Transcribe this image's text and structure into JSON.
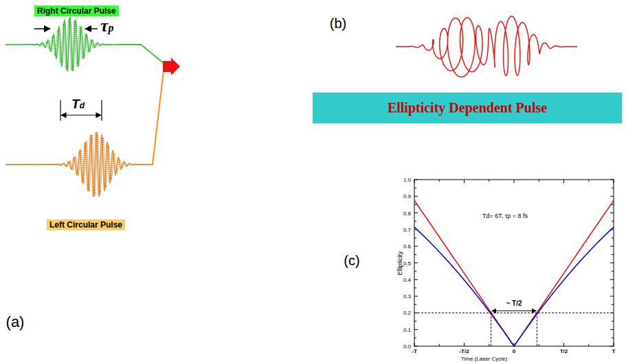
{
  "diagram": {
    "nodes": [
      {
        "text": [
          "Right Circular Pulse"
        ]
      },
      {
        "text": [
          "Ellipticity Dependent Pulse"
        ]
      },
      {
        "text": [
          "Left Circular Pulse"
        ]
      }
    ],
    "labels": [
      "(a)",
      "(b)",
      "(c)",
      "τp",
      "Td",
      "Td= 6T, τp = 8 fs",
      "Ellipticity",
      "~ T/2",
      "Time (Laser Cycle)",
      "1.0",
      "0.9",
      "0.8",
      "0.7",
      "0.6",
      "0.5",
      "0.4",
      "0.3",
      "0.2",
      "0.1",
      "0.0",
      "-T",
      "-T/2",
      "0",
      "T/2",
      "T"
    ]
  }
}
